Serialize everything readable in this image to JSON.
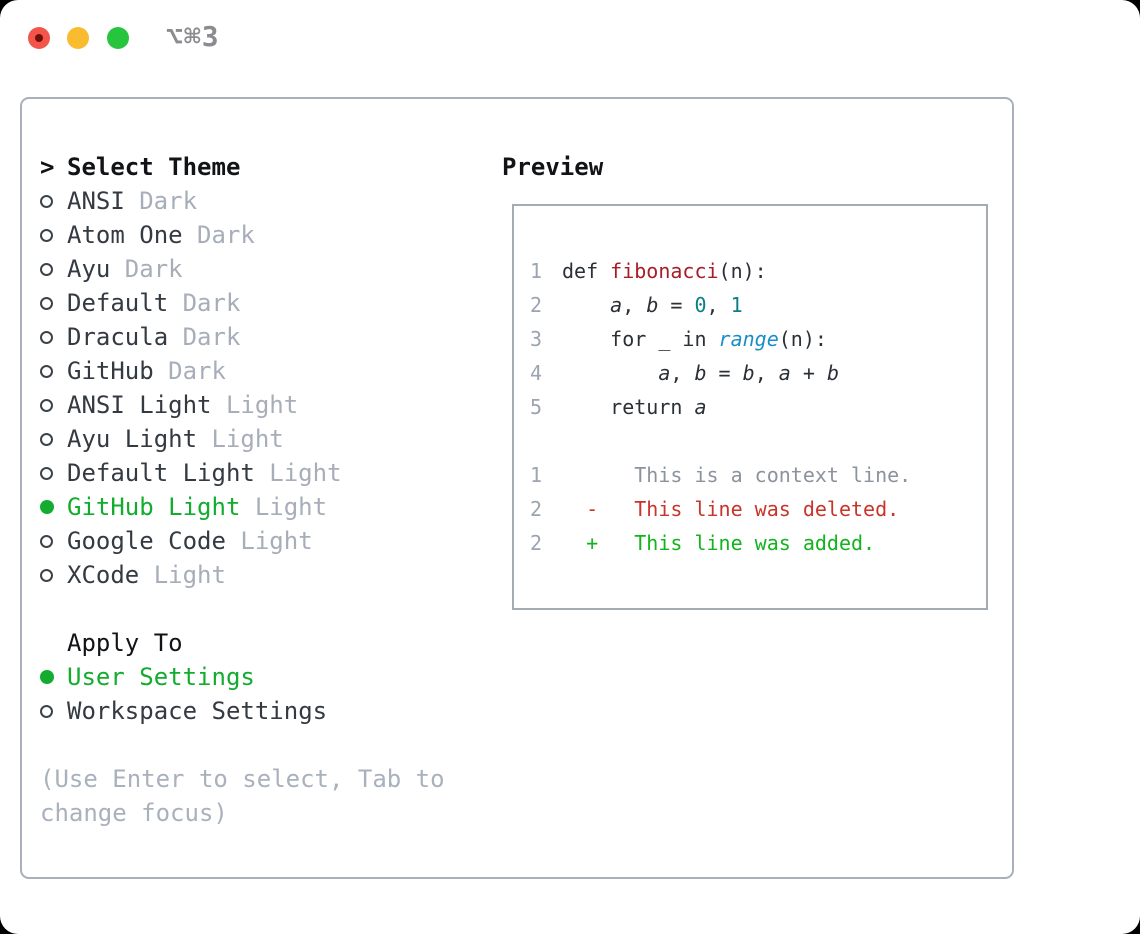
{
  "window": {
    "title": "⌥⌘3",
    "traffic_lights": [
      "close",
      "minimize",
      "zoom"
    ]
  },
  "theme_picker": {
    "prompt": ">",
    "title": "Select Theme",
    "items": [
      {
        "name": "ANSI",
        "tag": "Dark",
        "selected": false
      },
      {
        "name": "Atom One",
        "tag": "Dark",
        "selected": false
      },
      {
        "name": "Ayu",
        "tag": "Dark",
        "selected": false
      },
      {
        "name": "Default",
        "tag": "Dark",
        "selected": false
      },
      {
        "name": "Dracula",
        "tag": "Dark",
        "selected": false
      },
      {
        "name": "GitHub",
        "tag": "Dark",
        "selected": false
      },
      {
        "name": "ANSI Light",
        "tag": "Light",
        "selected": false
      },
      {
        "name": "Ayu Light",
        "tag": "Light",
        "selected": false
      },
      {
        "name": "Default Light",
        "tag": "Light",
        "selected": false
      },
      {
        "name": "GitHub Light",
        "tag": "Light",
        "selected": true
      },
      {
        "name": "Google Code",
        "tag": "Light",
        "selected": false
      },
      {
        "name": "XCode",
        "tag": "Light",
        "selected": false
      }
    ],
    "apply_to": {
      "title": "Apply To",
      "options": [
        {
          "name": "User Settings",
          "selected": true
        },
        {
          "name": "Workspace Settings",
          "selected": false
        }
      ]
    },
    "hint": "(Use Enter to select, Tab to change focus)"
  },
  "preview": {
    "title": "Preview",
    "code_lines": [
      {
        "num": "1",
        "tokens": [
          [
            "def ",
            "kw"
          ],
          [
            "fibonacci",
            "fn"
          ],
          [
            "(n):",
            "pl"
          ]
        ]
      },
      {
        "num": "2",
        "tokens": [
          [
            "    ",
            "pl"
          ],
          [
            "a",
            "var"
          ],
          [
            ", ",
            "pl"
          ],
          [
            "b",
            "var"
          ],
          [
            " = ",
            "pl"
          ],
          [
            "0",
            "num"
          ],
          [
            ", ",
            "pl"
          ],
          [
            "1",
            "num"
          ]
        ]
      },
      {
        "num": "3",
        "tokens": [
          [
            "    for _ in ",
            "kw"
          ],
          [
            "range",
            "call"
          ],
          [
            "(n):",
            "pl"
          ]
        ]
      },
      {
        "num": "4",
        "tokens": [
          [
            "        ",
            "pl"
          ],
          [
            "a",
            "var"
          ],
          [
            ", ",
            "pl"
          ],
          [
            "b",
            "var"
          ],
          [
            " = ",
            "pl"
          ],
          [
            "b",
            "var"
          ],
          [
            ", ",
            "pl"
          ],
          [
            "a",
            "var"
          ],
          [
            " + ",
            "pl"
          ],
          [
            "b",
            "var"
          ]
        ]
      },
      {
        "num": "5",
        "tokens": [
          [
            "    return ",
            "kw"
          ],
          [
            "a",
            "var"
          ]
        ]
      }
    ],
    "diff_lines": [
      {
        "num": "1",
        "tokens": [
          [
            "      This is a context line.",
            "ctx"
          ]
        ]
      },
      {
        "num": "2",
        "tokens": [
          [
            "  ",
            "pl"
          ],
          [
            "-",
            "del"
          ],
          [
            "   ",
            "pl"
          ],
          [
            "This line was deleted.",
            "del"
          ]
        ]
      },
      {
        "num": "2",
        "tokens": [
          [
            "  ",
            "pl"
          ],
          [
            "+",
            "add"
          ],
          [
            "   ",
            "pl"
          ],
          [
            "This line was added.",
            "add"
          ]
        ]
      }
    ]
  },
  "colors": {
    "selected_green": "#13ac2f",
    "added_green": "#14b31e",
    "deleted_red": "#c9342a",
    "function_red": "#a61e26",
    "number_teal": "#0e7d85",
    "builtin_blue": "#1b8ec7",
    "tag_gray": "#a7aeb9",
    "hint_gray": "#a9b1bc",
    "text_dark": "#2b3036",
    "panel_border": "#a9b0bc"
  }
}
